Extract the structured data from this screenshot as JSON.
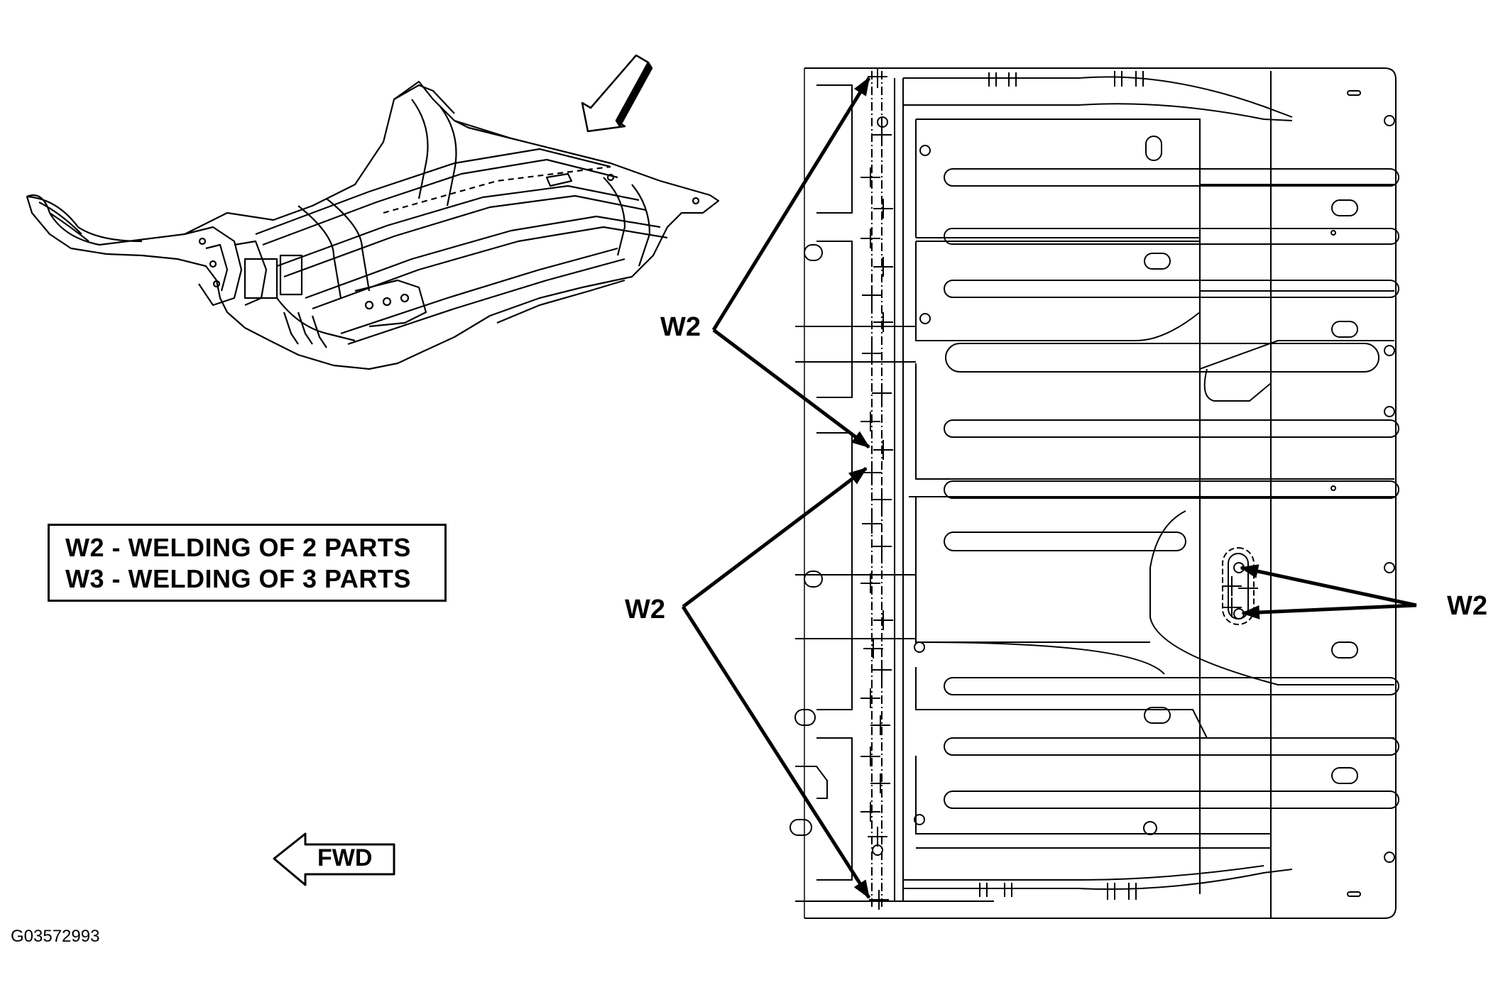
{
  "legend": {
    "line1": "W2 - WELDING OF 2 PARTS",
    "line2": "W3 - WELDING OF 3 PARTS"
  },
  "callouts": {
    "upper_left": "W2",
    "lower_left": "W2",
    "right": "W2"
  },
  "direction": {
    "label": "FWD",
    "icon": "left-arrow-icon"
  },
  "view_arrow_icon": "view-direction-arrow-icon",
  "figure_id": "G03572993",
  "colors": {
    "ink": "#000000",
    "background": "#ffffff"
  }
}
